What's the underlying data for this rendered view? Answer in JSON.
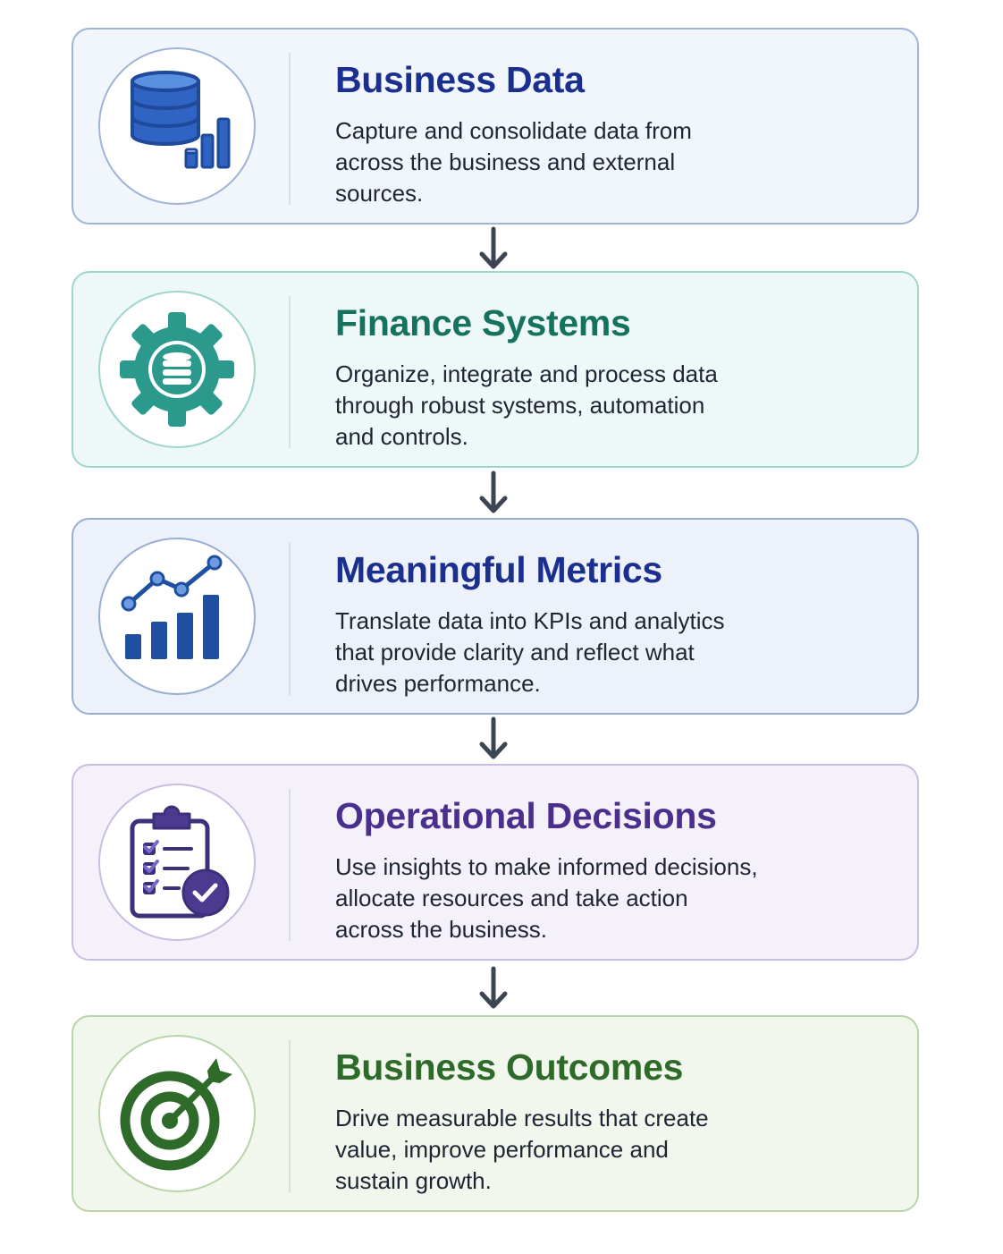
{
  "steps": [
    {
      "title": "Business Data",
      "description": "Capture and consolidate data from\nacross the business and external\nsources.",
      "icon": "database-chart-icon",
      "title_color": "#1b2f8f",
      "border_color": "#9fb4d6",
      "background": "#f1f5fc",
      "accent_color": "#2f63c4"
    },
    {
      "title": "Finance Systems",
      "description": "Organize, integrate and process data\nthrough robust systems, automation\nand controls.",
      "icon": "gear-database-icon",
      "title_color": "#15725f",
      "border_color": "#9fd6cc",
      "background": "#eef8f8",
      "accent_color": "#2b9a8c"
    },
    {
      "title": "Meaningful Metrics",
      "description": "Translate data into KPIs and analytics\nthat provide clarity and reflect what\ndrives performance.",
      "icon": "metrics-chart-icon",
      "title_color": "#1b2f8f",
      "border_color": "#98aed2",
      "background": "#edf2fa",
      "accent_color": "#1f4fa0"
    },
    {
      "title": "Operational Decisions",
      "description": "Use insights to make informed decisions,\nallocate resources and take action\nacross the business.",
      "icon": "clipboard-check-icon",
      "title_color": "#4a2f8c",
      "border_color": "#c9bde3",
      "background": "#f4f1fa",
      "accent_color": "#4b3a8f"
    },
    {
      "title": "Business Outcomes",
      "description": "Drive measurable results that create\nvalue, improve performance and\nsustain growth.",
      "icon": "target-arrow-icon",
      "title_color": "#2e6b2a",
      "border_color": "#b9d4a8",
      "background": "#f1f7ed",
      "accent_color": "#2e6b2a"
    }
  ],
  "connector_color": "#3d4452"
}
